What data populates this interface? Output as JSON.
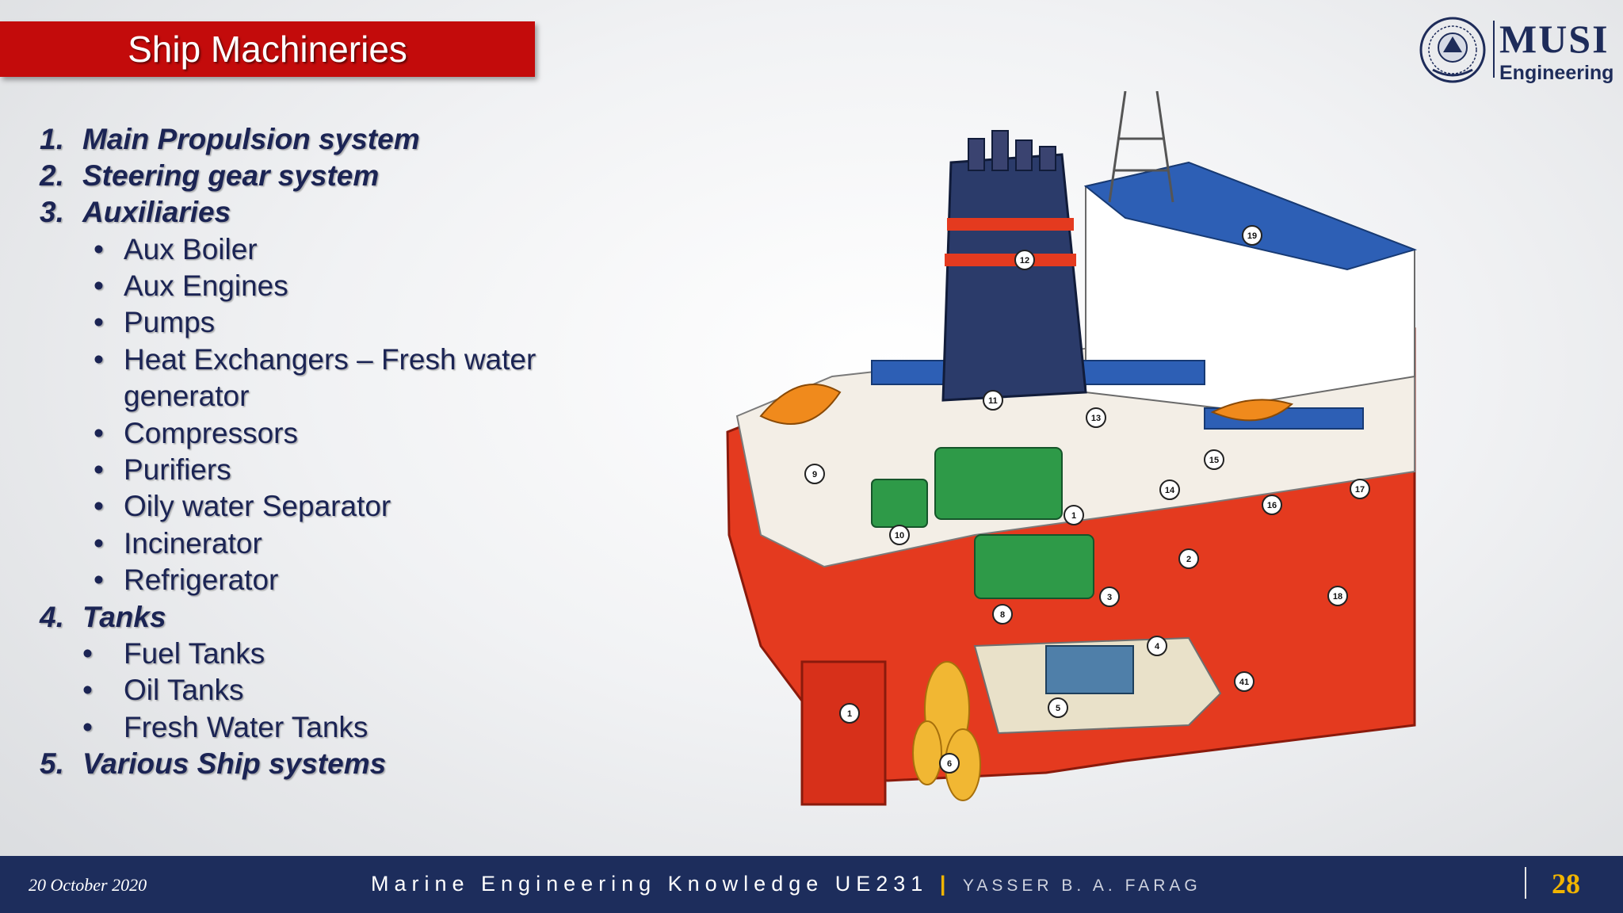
{
  "slide": {
    "title": "Ship Machineries",
    "logo": {
      "name": "MUSI",
      "subtitle": "Engineering"
    },
    "items": [
      {
        "num": "1.",
        "label": "Main Propulsion system"
      },
      {
        "num": "2.",
        "label": "Steering gear system"
      },
      {
        "num": "3.",
        "label": "Auxiliaries"
      },
      {
        "bullet": "•",
        "label": "Aux Boiler"
      },
      {
        "bullet": "•",
        "label": "Aux Engines"
      },
      {
        "bullet": "•",
        "label": "Pumps"
      },
      {
        "bullet": "•",
        "label": "Heat Exchangers – Fresh water"
      },
      {
        "label": "generator"
      },
      {
        "bullet": "•",
        "label": "Compressors"
      },
      {
        "bullet": "•",
        "label": "Purifiers"
      },
      {
        "bullet": "•",
        "label": "Oily water Separator"
      },
      {
        "bullet": "•",
        "label": "Incinerator"
      },
      {
        "bullet": "•",
        "label": "Refrigerator"
      },
      {
        "num": "4.",
        "label": "Tanks"
      },
      {
        "bullet": "•",
        "label": "Fuel Tanks"
      },
      {
        "bullet": "•",
        "label": "Oil Tanks"
      },
      {
        "bullet": "•",
        "label": "Fresh Water Tanks"
      },
      {
        "num": "5.",
        "label": "Various Ship systems"
      }
    ],
    "ship_labels": [
      "1",
      "2",
      "3",
      "4",
      "5",
      "6",
      "8",
      "9",
      "10",
      "11",
      "12",
      "13",
      "14",
      "15",
      "16",
      "17",
      "18",
      "19",
      "41",
      "1"
    ]
  },
  "footer": {
    "date": "20 October 2020",
    "course": "Marine Engineering Knowledge UE231",
    "separator": "|",
    "author": "YASSER B. A. FARAG",
    "page": "28"
  },
  "colors": {
    "title_bg": "#c30b0b",
    "footer_bg": "#1d2d5c",
    "text": "#1b2454",
    "accent": "#f0b400"
  }
}
